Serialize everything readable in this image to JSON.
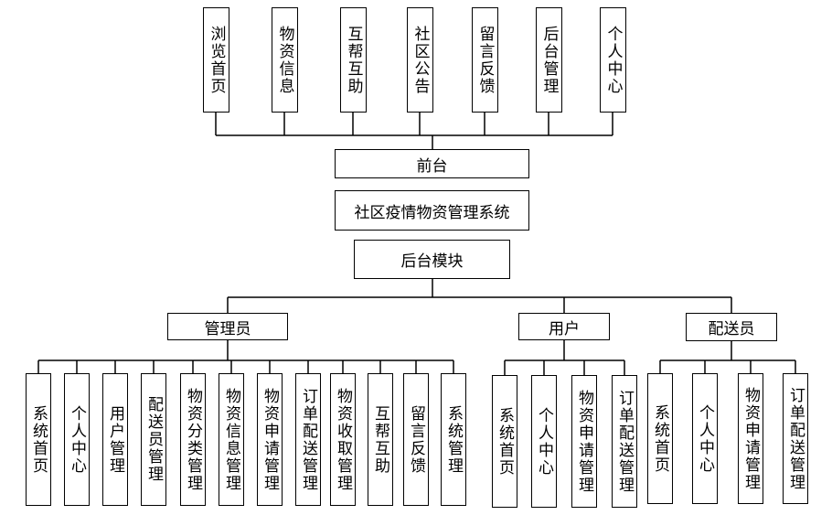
{
  "front_modules": [
    "浏览首页",
    "物资信息",
    "互帮互助",
    "社区公告",
    "留言反馈",
    "后台管理",
    "个人中心"
  ],
  "front_label": "前台",
  "system_label": "社区疫情物资管理系统",
  "backend_label": "后台模块",
  "roles": [
    {
      "label": "管理员",
      "items": [
        "系统首页",
        "个人中心",
        "用户管理",
        "配送员管理",
        "物资分类管理",
        "物资信息管理",
        "物资申请管理",
        "订单配送管理",
        "物资收取管理",
        "互帮互助",
        "留言反馈",
        "系统管理"
      ]
    },
    {
      "label": "用户",
      "items": [
        "系统首页",
        "个人中心",
        "物资申请管理",
        "订单配送管理"
      ]
    },
    {
      "label": "配送员",
      "items": [
        "系统首页",
        "个人中心",
        "物资申请管理",
        "订单配送管理"
      ]
    }
  ]
}
